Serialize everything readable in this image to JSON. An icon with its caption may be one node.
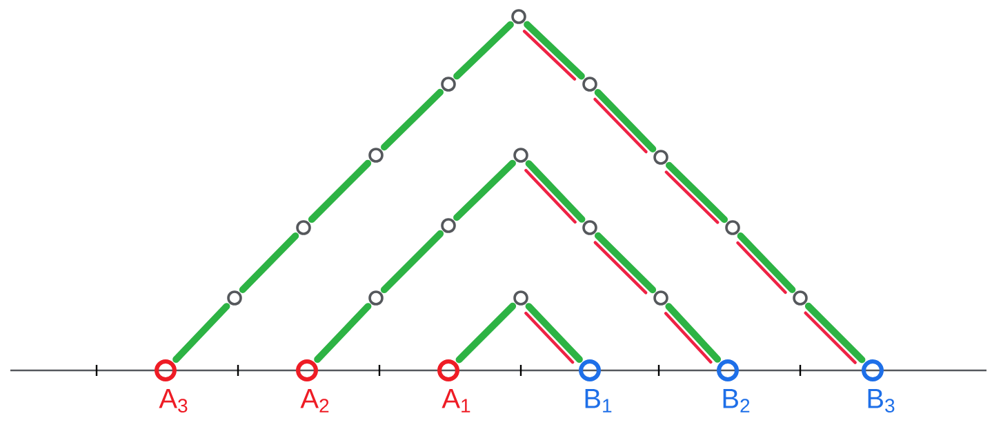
{
  "diagram": {
    "nodes": [
      {
        "text": [
          "A$_{3}$"
        ]
      },
      {
        "text": [
          "A$_{2}$"
        ]
      },
      {
        "text": [
          "A$_{1}$"
        ]
      },
      {
        "text": [
          "B$_{1}$"
        ]
      },
      {
        "text": [
          "B$_{2}$"
        ]
      },
      {
        "text": [
          "B$_{3}$"
        ]
      },
      {
        "text": [],
        "shape": "circle"
      },
      {
        "text": [],
        "shape": "circle"
      },
      {
        "text": [],
        "shape": "circle"
      },
      {
        "text": [],
        "shape": "circle"
      },
      {
        "text": [],
        "shape": "circle"
      },
      {
        "text": [],
        "shape": "circle"
      },
      {
        "text": [],
        "shape": "circle"
      },
      {
        "text": [],
        "shape": "circle"
      },
      {
        "text": [],
        "shape": "circle"
      },
      {
        "text": [],
        "shape": "circle"
      },
      {
        "text": [],
        "shape": "circle"
      },
      {
        "text": [],
        "shape": "circle"
      },
      {
        "text": [],
        "shape": "circle"
      },
      {
        "text": [],
        "shape": "circle"
      },
      {
        "text": [],
        "shape": "circle"
      }
    ],
    "edges": [
      {
        "from": 2,
        "to": 18,
        "arrow": "none"
      },
      {
        "from": 18,
        "to": 3,
        "arrow": "none"
      },
      {
        "from": 18,
        "to": 3,
        "arrow": "none",
        "color": "#ee2244"
      },
      {
        "from": 1,
        "to": 17,
        "arrow": "none"
      },
      {
        "from": 17,
        "to": 13,
        "arrow": "none"
      },
      {
        "from": 13,
        "to": 10,
        "arrow": "none"
      },
      {
        "from": 10,
        "to": 14,
        "arrow": "none"
      },
      {
        "from": 10,
        "to": 14,
        "arrow": "none",
        "color": "#ee2244"
      },
      {
        "from": 14,
        "to": 19,
        "arrow": "none"
      },
      {
        "from": 14,
        "to": 19,
        "arrow": "none",
        "color": "#ee2244"
      },
      {
        "from": 19,
        "to": 4,
        "arrow": "none"
      },
      {
        "from": 19,
        "to": 4,
        "arrow": "none",
        "color": "#ee2244"
      },
      {
        "from": 0,
        "to": 16,
        "arrow": "none"
      },
      {
        "from": 16,
        "to": 12,
        "arrow": "none"
      },
      {
        "from": 12,
        "to": 9,
        "arrow": "none"
      },
      {
        "from": 9,
        "to": 7,
        "arrow": "none"
      },
      {
        "from": 7,
        "to": 6,
        "arrow": "none"
      },
      {
        "from": 6,
        "to": 8,
        "arrow": "none"
      },
      {
        "from": 6,
        "to": 8,
        "arrow": "none",
        "color": "#ee2244"
      },
      {
        "from": 8,
        "to": 11,
        "arrow": "none"
      },
      {
        "from": 8,
        "to": 11,
        "arrow": "none",
        "color": "#ee2244"
      },
      {
        "from": 11,
        "to": 15,
        "arrow": "none"
      },
      {
        "from": 11,
        "to": 15,
        "arrow": "none",
        "color": "#ee2244"
      },
      {
        "from": 15,
        "to": 20,
        "arrow": "none"
      },
      {
        "from": 15,
        "to": 20,
        "arrow": "none",
        "color": "#ee2244"
      },
      {
        "from": 20,
        "to": 5,
        "arrow": "none"
      },
      {
        "from": 20,
        "to": 5,
        "arrow": "none",
        "color": "#ee2244"
      }
    ]
  }
}
